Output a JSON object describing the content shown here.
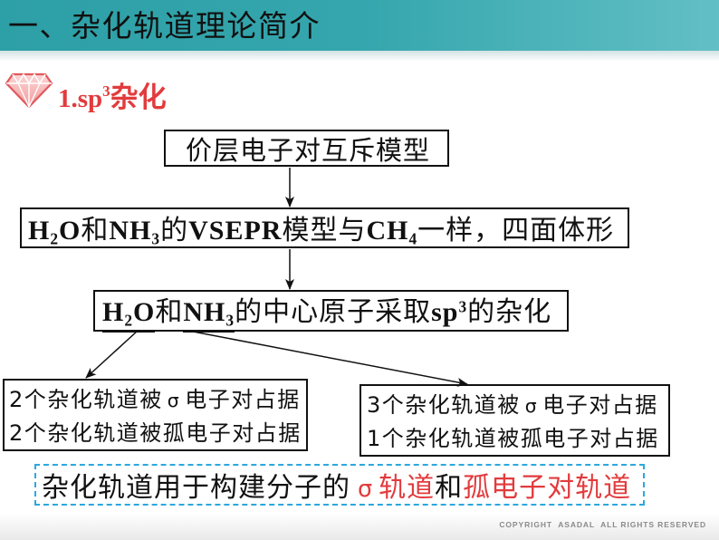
{
  "colors": {
    "header_bg": "#2d9fa6",
    "accent_red": "#e23b3d",
    "dashed_border": "#2ba8df",
    "text": "#111111",
    "copyright": "#8a8a8a",
    "icon": "#e0595c"
  },
  "header": {
    "title": "一、杂化轨道理论简介"
  },
  "section": {
    "icon": "diamond-icon",
    "prefix": "1.sp",
    "sup": "3",
    "name": "杂化"
  },
  "flow": {
    "box1": "价层电子对互斥模型",
    "box2": [
      "H",
      "2",
      "O",
      "和",
      "NH",
      "3",
      "的",
      "VSEPR",
      "模型与",
      "CH",
      "4",
      "一样，四面体形"
    ],
    "box3": [
      "H",
      "2",
      "O",
      "和",
      "NH",
      "3",
      "的中心原子采取",
      "sp",
      "3",
      "的杂化"
    ],
    "left_result": [
      [
        "2个杂化轨道被",
        "σ",
        "电子对占据"
      ],
      [
        "2个杂化轨道被孤电子对占据"
      ]
    ],
    "right_result": [
      [
        "3个杂化轨道被",
        "σ",
        "电子对占据"
      ],
      [
        "1个杂化轨道被孤电子对占据"
      ]
    ]
  },
  "conclusion": [
    "杂化轨道用于构建分子的",
    "σ",
    "轨道",
    "和",
    "孤电子对轨道"
  ],
  "footer": {
    "copyright": "COPYRIGHT  ASADAL  ALL RIGHTS RESERVED"
  }
}
